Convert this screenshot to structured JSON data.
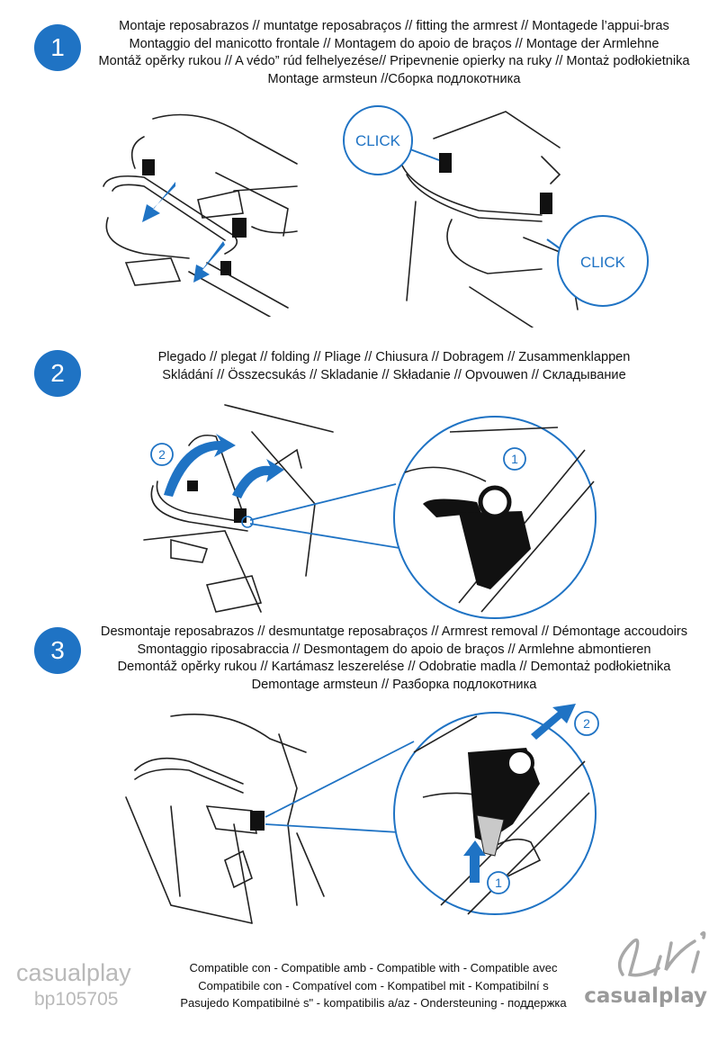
{
  "steps": [
    {
      "number": "1",
      "lines": [
        "Montaje reposabrazos // muntatge reposabraços // fitting the armrest // Montagede l’appui-bras",
        "Montaggio del manicotto frontale // Montagem do apoio de braços // Montage der Armlehne",
        "Montáž opěrky rukou // A védo” rúd felhelyezése// Pripevnenie opierky na ruky // Montaż podłokietnika",
        "Montage armsteun //Сборка подлокотника"
      ],
      "callouts": [
        "CLICK",
        "CLICK"
      ]
    },
    {
      "number": "2",
      "lines": [
        "Plegado // plegat // folding // Pliage // Chiusura // Dobragem // Zusammenklappen",
        "Skládání // Összecsukás // Skladanie // Składanie // Opvouwen // Складывание"
      ],
      "markers": [
        "2",
        "1"
      ]
    },
    {
      "number": "3",
      "lines": [
        "Desmontaje reposabrazos // desmuntatge reposabraços // Armrest removal // Démontage accoudoirs",
        "Smontaggio riposabraccia // Desmontagem do apoio de braços // Armlehne abmontieren",
        "Demontáž opěrky rukou // Kartámasz leszerelése // Odobratie madla // Demontaż podłokietnika",
        "Demontage armsteun // Разборка подлокотника"
      ],
      "markers": [
        "2",
        "1"
      ]
    }
  ],
  "footer": {
    "brand_left": "casualplay",
    "code": "bp105705",
    "compat_lines": [
      "Compatible con - Compatible amb - Compatible with - Compatible avec",
      "Compatibile con - Compatível com - Kompatibel mit - Kompatibilní s",
      "Pasujedo Kompatibilnė s\" - kompatibilis a/az - Ondersteuning - поддержка"
    ],
    "logo_script": "LiVi",
    "brand_right": "casualplay"
  },
  "colors": {
    "accent": "#1f73c4",
    "line_art": "#222222",
    "muted": "#b9b9b9"
  }
}
